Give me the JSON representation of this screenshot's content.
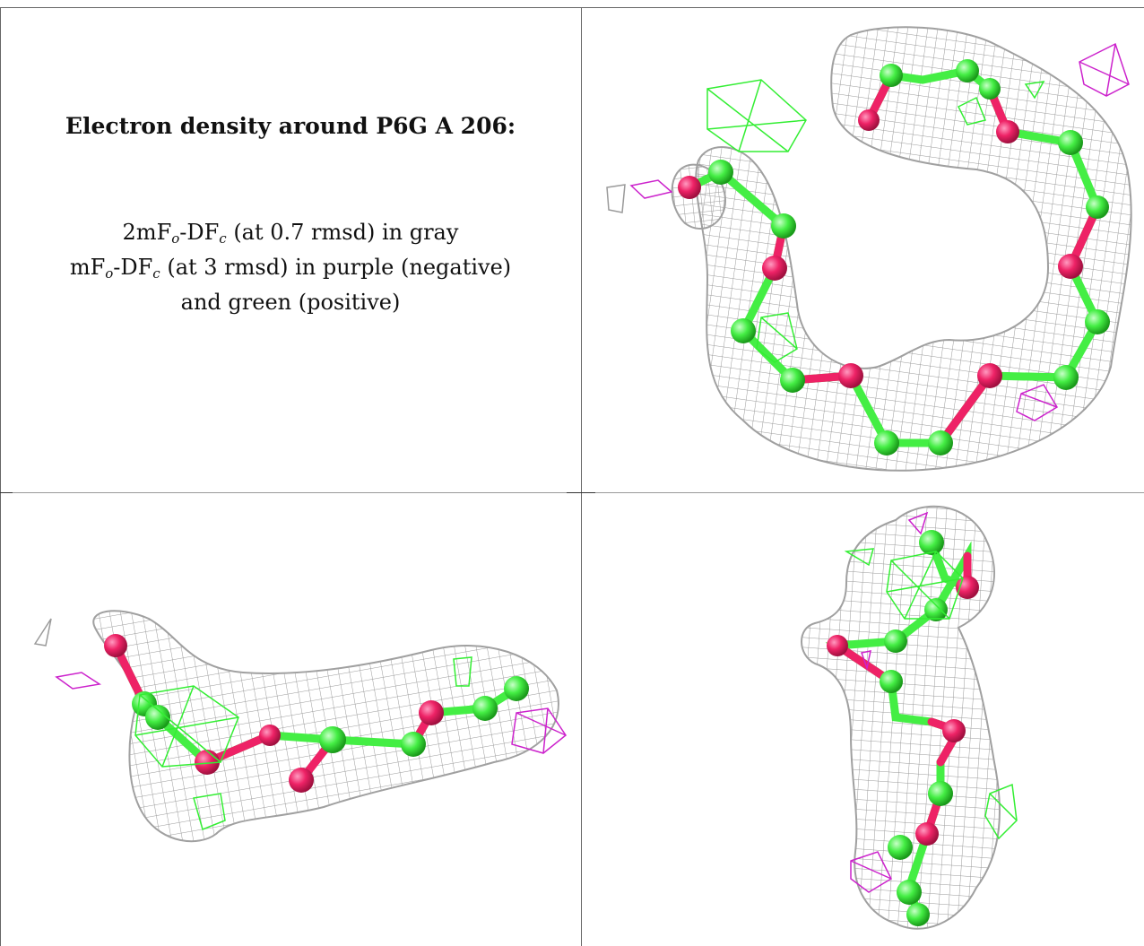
{
  "title": "Electron density around P6G A 206:",
  "legend": {
    "line1": {
      "a": "2mF",
      "sub1": "o",
      "b": "-DF",
      "sub2": "c",
      "c": " (at 0.7 rmsd) in gray"
    },
    "line2": {
      "a": "mF",
      "sub1": "o",
      "b": "-DF",
      "sub2": "c",
      "c": " (at 3 rmsd) in purple (negative)"
    },
    "line3": "and green (positive)"
  },
  "colors": {
    "mesh_gray": "#9a9a9a",
    "positive_green": "#33ee33",
    "negative_purple": "#cc22cc",
    "atom_carbon": "#44ee44",
    "atom_oxygen": "#ee2266"
  },
  "views": [
    "view-top",
    "view-side",
    "view-end"
  ]
}
